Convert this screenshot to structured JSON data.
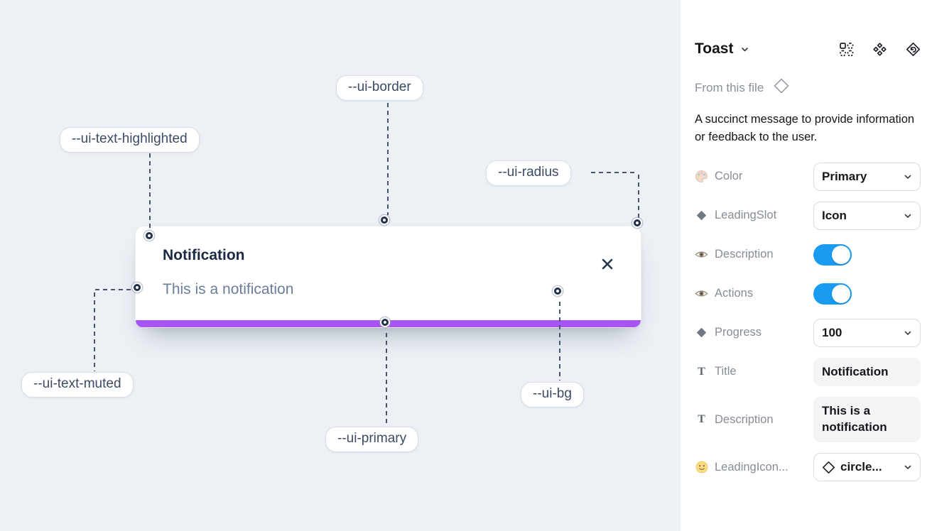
{
  "theme": {
    "accent": "#a855f7",
    "toggle_on": "#1a9bf2",
    "canvas_bg": "#edf1f6",
    "dash_color": "#445571"
  },
  "canvas": {
    "toast": {
      "title": "Notification",
      "description": "This is a notification",
      "close_icon": "x-close"
    },
    "annotations": [
      {
        "label": "--ui-border"
      },
      {
        "label": "--ui-text-highlighted"
      },
      {
        "label": "--ui-radius"
      },
      {
        "label": "--ui-text-muted"
      },
      {
        "label": "--ui-primary"
      },
      {
        "label": "--ui-bg"
      }
    ]
  },
  "panel": {
    "title": "Toast",
    "source": "From this file",
    "description": "A succinct message to provide information or feedback to the user.",
    "properties": [
      {
        "label": "Color",
        "type": "select",
        "value": "Primary",
        "icon": "palette"
      },
      {
        "label": "LeadingSlot",
        "type": "select",
        "value": "Icon",
        "icon": "diamond-solid"
      },
      {
        "label": "Description",
        "type": "toggle",
        "value": "on",
        "icon": "eye"
      },
      {
        "label": "Actions",
        "type": "toggle",
        "value": "on",
        "icon": "eye"
      },
      {
        "label": "Progress",
        "type": "select",
        "value": "100",
        "icon": "diamond-solid"
      },
      {
        "label": "Title",
        "type": "text",
        "value": "Notification",
        "icon": "text-T"
      },
      {
        "label": "Description",
        "type": "text",
        "value": "This is a notification",
        "icon": "text-T"
      },
      {
        "label": "LeadingIcon...",
        "type": "select",
        "value": "circle...",
        "icon": "smiley"
      }
    ]
  }
}
